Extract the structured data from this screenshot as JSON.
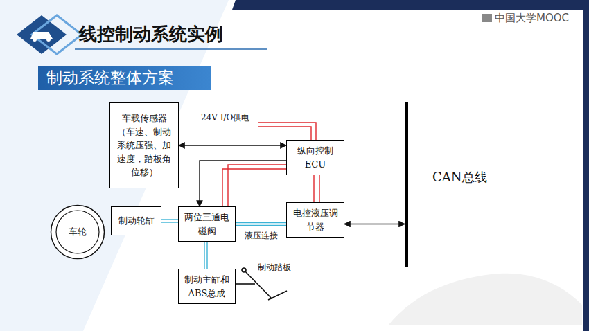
{
  "diagram": {
    "title": "线控制动系统实例",
    "nodes": [
      {
        "text": [
          "制动系统整体方案"
        ]
      },
      {
        "text": [
          "车载传感器 （车速、制动 系统压强、加 速度，踏板角 位移）"
        ]
      },
      {
        "text": [
          "纵向控制ECU"
        ]
      },
      {
        "text": [
          "CAN总线"
        ]
      },
      {
        "text": [
          "车轮"
        ]
      },
      {
        "text": [
          "制动轮缸"
        ]
      },
      {
        "text": [
          "两位三通电 磁阀"
        ]
      },
      {
        "text": [
          "电控液压调 节器"
        ]
      },
      {
        "text": [
          "制动主缸和 ABS总成"
        ]
      }
    ],
    "edges": [
      {
        "from": 1,
        "to": 2,
        "arrow": "both"
      },
      {
        "from": 2,
        "to": 6,
        "arrow": "to"
      },
      {
        "from": 2,
        "to": 6,
        "arrow": "none"
      },
      {
        "from": 2,
        "to": 7,
        "arrow": "none"
      },
      {
        "from": 5,
        "to": 6,
        "arrow": "none"
      },
      {
        "from": 6,
        "to": 7,
        "label": "液压连接",
        "arrow": "none"
      },
      {
        "from": 6,
        "to": 8,
        "arrow": "none"
      },
      {
        "from": 7,
        "to": 3,
        "arrow": "both"
      }
    ],
    "labels": [
      "24V I/O供电",
      "制动踏板",
      "中国大学MOOC"
    ]
  }
}
